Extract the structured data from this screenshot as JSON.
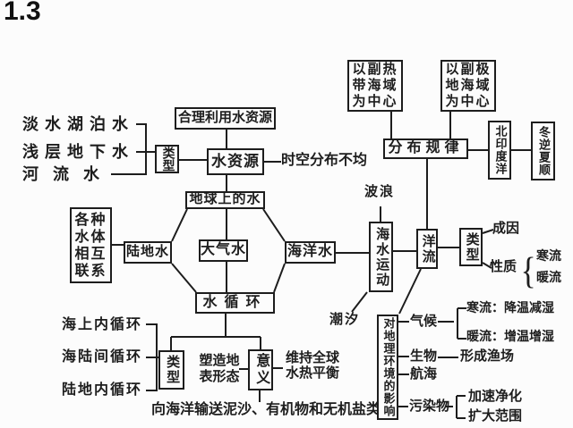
{
  "title": "1.3",
  "colors": {
    "ink": "#1d1d1d",
    "background": "#fcfcfc"
  },
  "water_resources": {
    "rational_use": "合理利用水资源",
    "node": "水资源",
    "uneven": "时空分布不均",
    "type_label": "类型",
    "types": [
      "淡水湖泊水",
      "浅层地下水",
      "河流水"
    ]
  },
  "earth_water": {
    "node": "地球上的水",
    "interlink": "各种水体相互联系",
    "land_water": "陆地水",
    "atmos_water": "大气水",
    "ocean_water": "海洋水",
    "cycle": "水循环"
  },
  "water_cycle": {
    "type_label": "类型",
    "types": [
      "海上内循环",
      "海陆间循环",
      "陆地内循环"
    ],
    "meaning_label": "意义",
    "shape_surface": "塑造地表形态",
    "balance": "维持全球水热平衡",
    "transport": "向海洋输送泥沙、有机物和无机盐类"
  },
  "sea_motion": {
    "node": "海水运动",
    "wave": "波浪",
    "tide": "潮汐"
  },
  "current": {
    "node": "洋流",
    "distribution": "分布规律",
    "subtropical_center": "以副热带海域为中心",
    "subpolar_center": "以副极地海域为中心",
    "north_indian_ocean": "北印度洋",
    "monsoon_rule": "冬逆夏顺",
    "type_label": "类型",
    "cause": "成因",
    "nature": "性质",
    "brace": "{",
    "cold_current": "寒流",
    "warm_current": "暖流"
  },
  "influence": {
    "node": "对地理环境的影响",
    "climate": "气候",
    "cold_effect": "寒流：降温减湿",
    "warm_effect": "暖流：增温增湿",
    "biology": "生物",
    "fishery": "形成渔场",
    "navigation": "航海",
    "pollutant": "污染物",
    "purify": "加速净化",
    "expand": "扩大范围"
  }
}
